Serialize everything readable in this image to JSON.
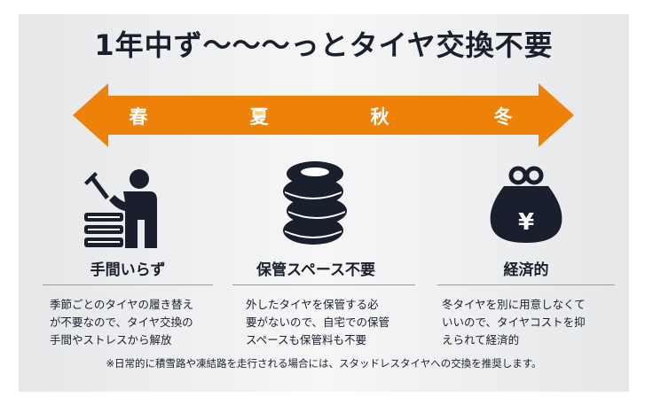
{
  "title": "1年中ず〜〜〜っとタイヤ交換不要",
  "seasons": [
    "春",
    "夏",
    "秋",
    "冬"
  ],
  "colors": {
    "arrow": "#ee8208",
    "navy": "#1a1f2e"
  },
  "features": [
    {
      "icon": "person-wrench-tires-icon",
      "title": "手間いらず",
      "desc": [
        "季節ごとのタイヤの履き替え",
        "が不要なので、タイヤ交換の",
        "手間やストレスから解放"
      ]
    },
    {
      "icon": "tire-stack-icon",
      "title": "保管スペース不要",
      "desc": [
        "外したタイヤを保管する必",
        "要がないので、自宅での保管",
        "スペースも保管料も不要"
      ]
    },
    {
      "icon": "yen-coin-purse-icon",
      "coin_symbol": "¥",
      "title": "経済的",
      "desc": [
        "冬タイヤを別に用意しなくて",
        "いいので、タイヤコストを抑",
        "えられて経済的"
      ]
    }
  ],
  "note": "※日常的に積雪路や凍結路を走行される場合には、スタッドレスタイヤへの交換を推奨します。"
}
